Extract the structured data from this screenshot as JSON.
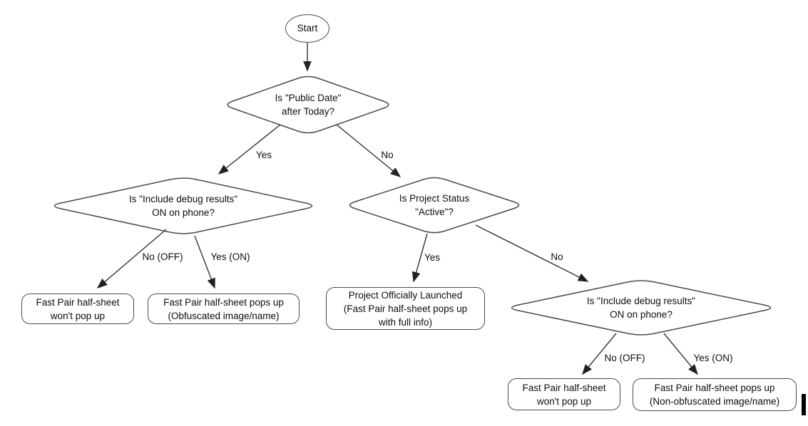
{
  "colors": {
    "shape_fill": "#ffffff",
    "shape_stroke": "#4a4a4a",
    "arrow_stroke": "#333333",
    "text": "#0d0d0d",
    "cursor_bar": "#000000"
  },
  "nodes": {
    "start": {
      "label": "Start"
    },
    "public_date": {
      "label": "Is \"Public Date\"\nafter Today?"
    },
    "debug_left": {
      "label": "Is \"Include debug results\"\nON on phone?"
    },
    "project_status": {
      "label": "Is Project Status\n\"Active\"?"
    },
    "debug_right": {
      "label": "Is \"Include debug results\"\nON on phone?"
    },
    "no_popup_left": {
      "label": "Fast Pair half-sheet\nwon't pop up"
    },
    "popup_obfuscated": {
      "label": "Fast Pair half-sheet pops up\n(Obfuscated image/name)"
    },
    "launched": {
      "label": "Project Officially Launched\n(Fast Pair half-sheet pops up\nwith full info)"
    },
    "no_popup_right": {
      "label": "Fast Pair half-sheet\nwon't pop up"
    },
    "popup_non_obfuscated": {
      "label": "Fast Pair half-sheet pops up\n(Non-obfuscated image/name)"
    }
  },
  "edge_labels": {
    "public_date_yes": "Yes",
    "public_date_no": "No",
    "debug_left_no": "No (OFF)",
    "debug_left_yes": "Yes (ON)",
    "status_yes": "Yes",
    "status_no": "No",
    "debug_right_no": "No (OFF)",
    "debug_right_yes": "Yes (ON)"
  }
}
